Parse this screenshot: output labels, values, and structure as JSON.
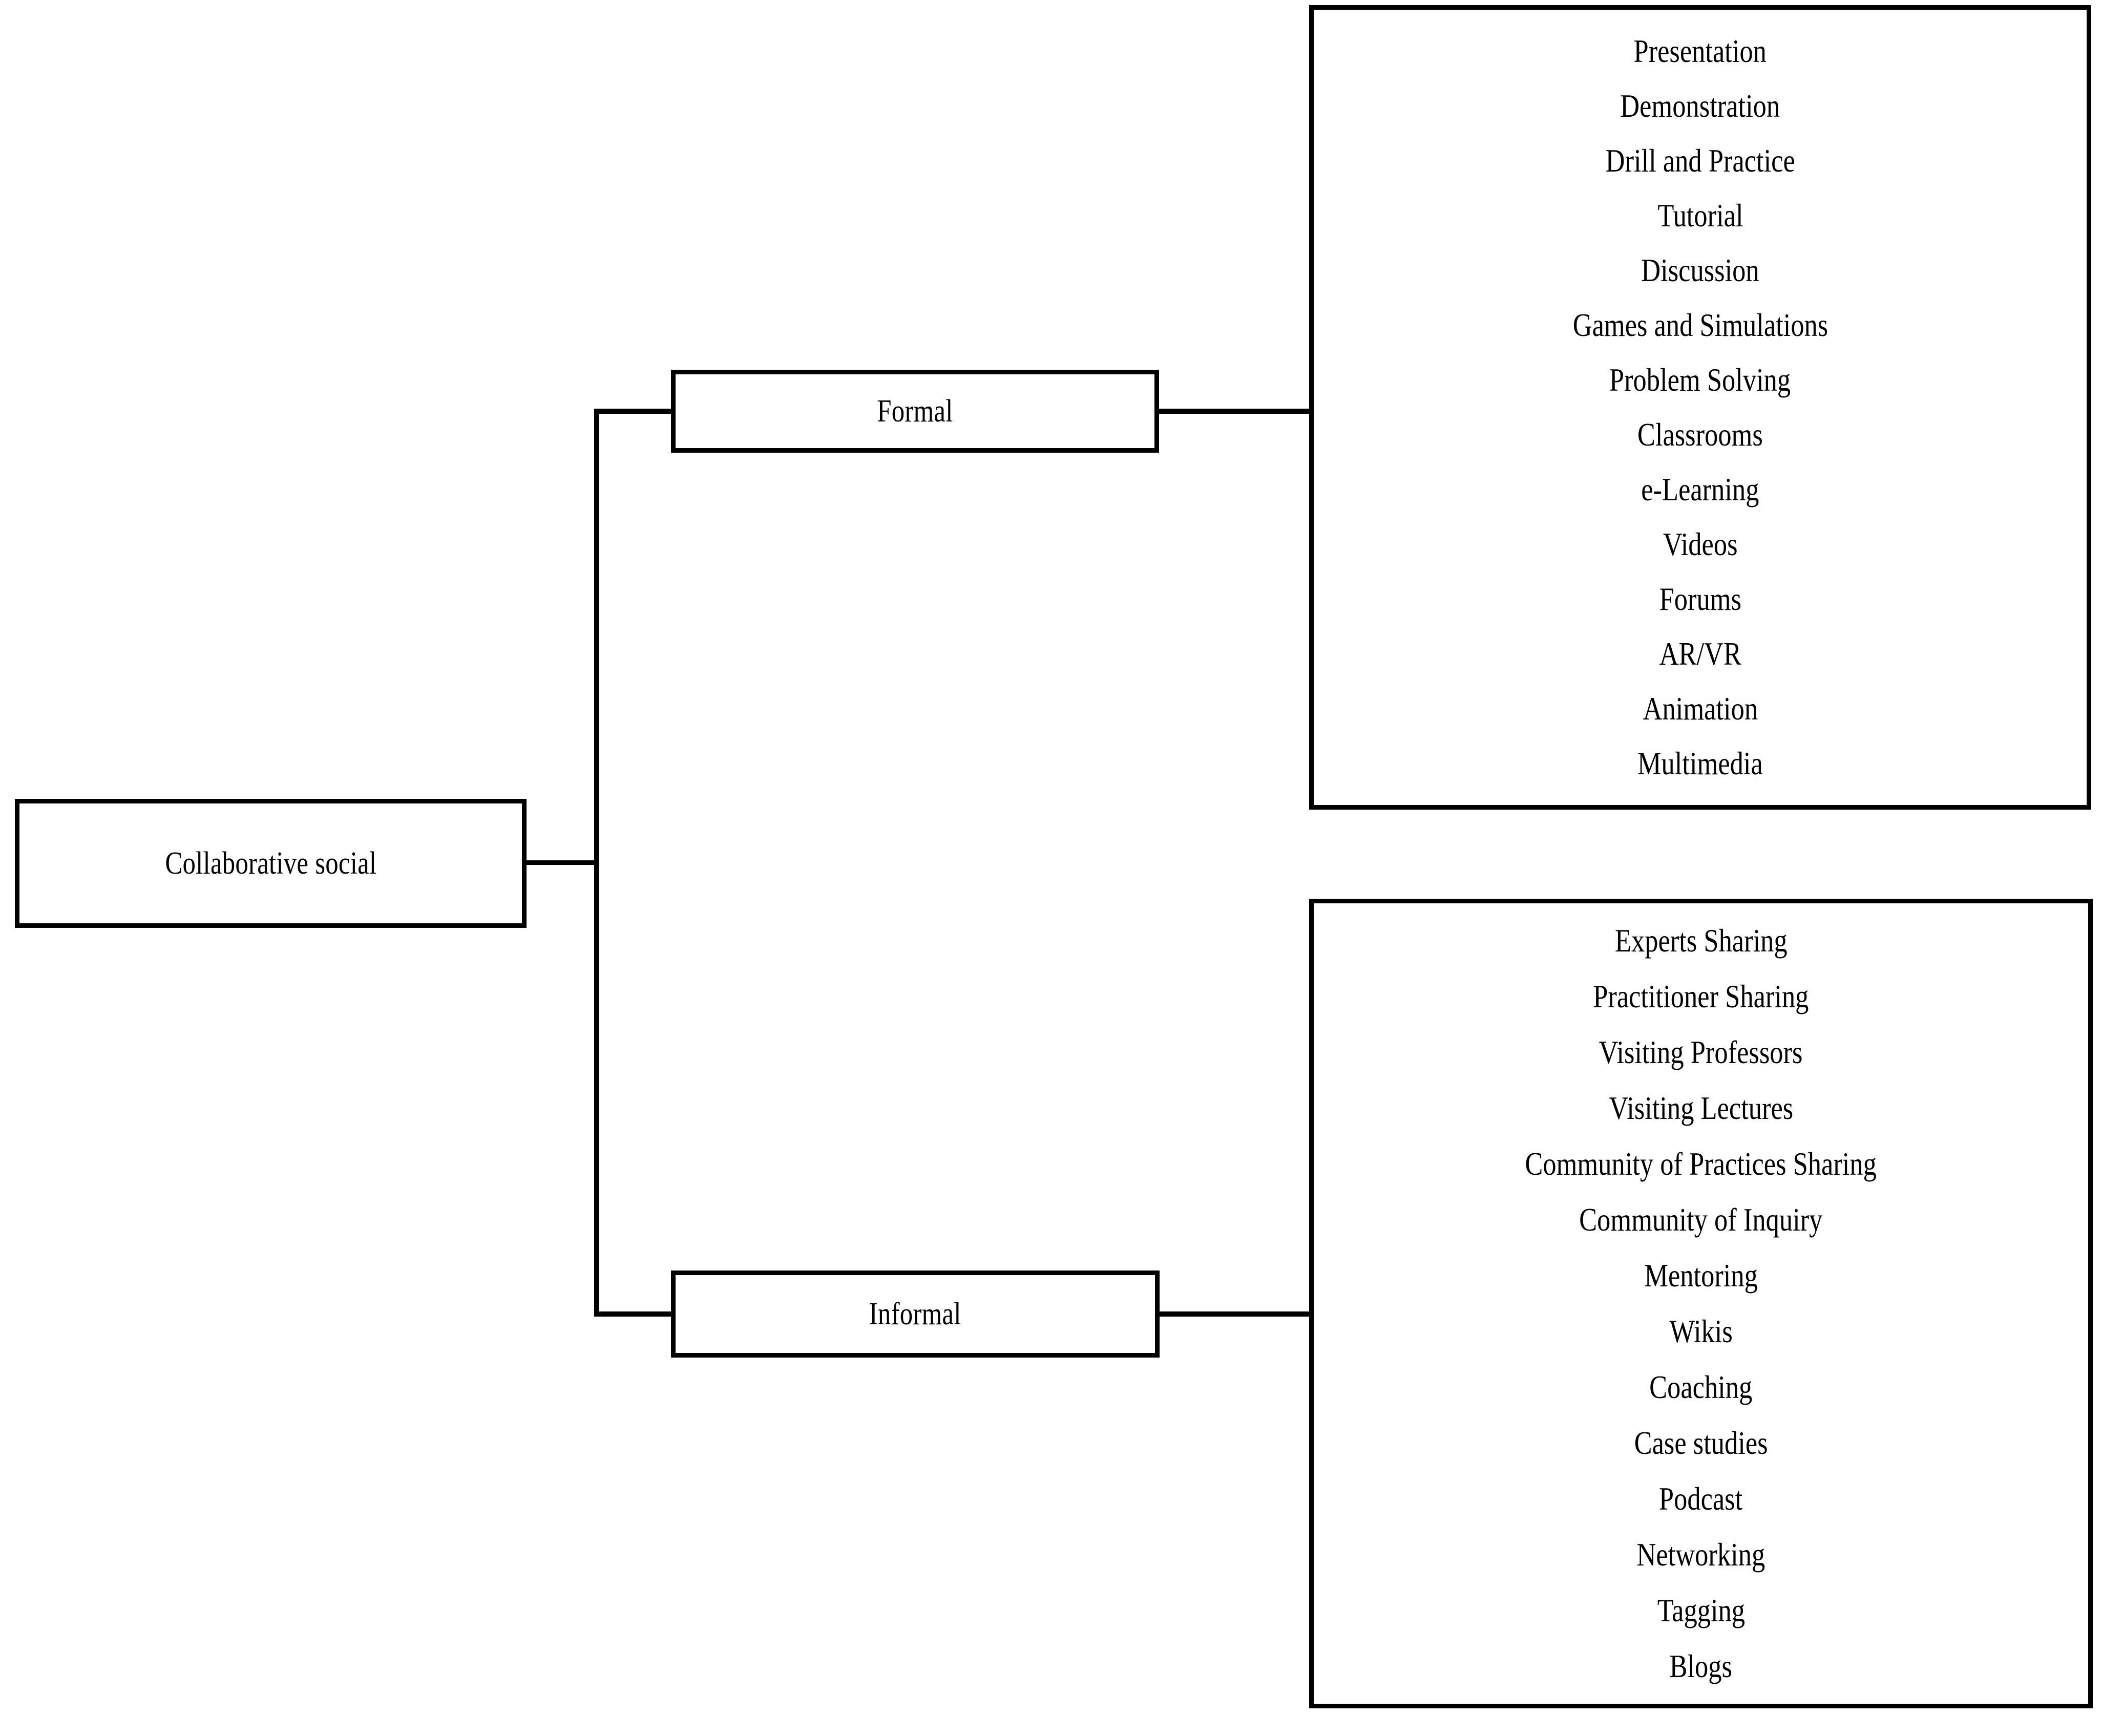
{
  "diagram": {
    "type": "tree-diagram",
    "root": {
      "label": "Collaborative social"
    },
    "branches": [
      {
        "label": "Formal",
        "items": [
          "Presentation",
          "Demonstration",
          "Drill and Practice",
          "Tutorial",
          "Discussion",
          "Games and Simulations",
          "Problem Solving",
          "Classrooms",
          "e-Learning",
          "Videos",
          "Forums",
          "AR/VR",
          "Animation",
          "Multimedia"
        ]
      },
      {
        "label": "Informal",
        "items": [
          "Experts Sharing",
          "Practitioner Sharing",
          "Visiting Professors",
          "Visiting Lectures",
          "Community of Practices Sharing",
          "Community of Inquiry",
          "Mentoring",
          "Wikis",
          "Coaching",
          "Case studies",
          "Podcast",
          "Networking",
          "Tagging",
          "Blogs"
        ]
      }
    ],
    "colors": {
      "stroke": "#000000",
      "background": "#ffffff",
      "text": "#000000"
    }
  }
}
